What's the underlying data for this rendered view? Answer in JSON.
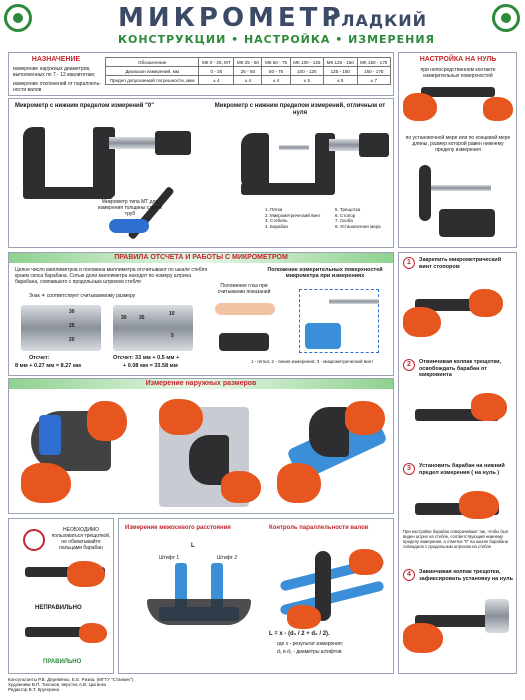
{
  "header": {
    "title": "МИКРОМЕТР",
    "title_suffix": "ГЛАДКИЙ",
    "subtitle": "КОНСТРУКЦИИ • НАСТРОЙКА • ИЗМЕРЕНИЯ"
  },
  "purpose": {
    "heading": "НАЗНАЧЕНИЕ",
    "items": [
      "измерение наружных диаметров, выполненных по 7 - 12 квалитетам;",
      "измерение отклонений от параллель-ности валов"
    ]
  },
  "spec_table": {
    "row_labels": [
      "Обозначение",
      "Диапазон измерений, мм",
      "Предел допускаемой погрешности, мкм"
    ],
    "columns": [
      {
        "name": "МК 0 - 25, МТ",
        "range": "0 - 25",
        "error": "± 4"
      },
      {
        "name": "МК 25 - 50",
        "range": "25 - 50",
        "error": "± 4"
      },
      {
        "name": "МК 50 - 75",
        "range": "50 - 75",
        "error": "± 4"
      },
      {
        "name": "МК 100 - 125",
        "range": "100 - 125",
        "error": "± 5"
      },
      {
        "name": "МК 125 - 150",
        "range": "125 - 150",
        "error": "± 5"
      },
      {
        "name": "МК 150 - 175",
        "range": "150 - 175",
        "error": "± 7"
      }
    ]
  },
  "section_a": {
    "title": "Микрометр с нижним пределом измерений \"0\"",
    "note": "Микрометр типа МТ для измерения толщины стенок труб"
  },
  "section_b": {
    "title": "Микрометр с нижним пределом измерений, отличным от нуля",
    "legend": [
      "1. Пятка",
      "2. Микрометрический винт",
      "3. Стебель",
      "4. Барабан",
      "5. Трещотка",
      "6. Стопор",
      "7. Скоба",
      "8. Установочная мера"
    ]
  },
  "setup": {
    "title": "НАСТРОЙКА НА НУЛЬ",
    "text1": "при непосредственном контакте измерительных поверхностей",
    "text2": "по установочной мере или по концевой мере длины, размер которой равен нижнему пределу измерения"
  },
  "reading": {
    "title": "ПРАВИЛА ОТСЧЕТА И РАБОТЫ С МИКРОМЕТРОМ",
    "desc": "Целое число миллиметров и половина миллиметра отсчитывают по шкале стебля краем скоса барабана. Сотые доли миллиметра находят по номеру штриха барабана, совпавшего с продольным штрихом стебля",
    "sign": "Знак ✶ соответствует считываемому размеру",
    "ex1_label": "Отсчет:",
    "ex1": "8 мм + 0.27 мм = 8.27 мм",
    "ex2_label": "Отсчет: 33 мм + 0.5 мм +",
    "ex2": "+ 0.08 мм = 33.58 мм",
    "scale1": [
      "30",
      "25",
      "20"
    ],
    "scale2": [
      "10",
      "5"
    ],
    "scale2_stem": [
      "30",
      "35"
    ]
  },
  "position": {
    "title": "Положение измерительных поверхностей микрометра при измерениях",
    "eye": "Положение глаз при считывании показаний",
    "legend": "1 - пятка; 2 - линия измерения; 3 - микрометрический винт"
  },
  "outer": {
    "title": "Измерение наружных размеров"
  },
  "steps": [
    {
      "n": "1",
      "text": "Закрепить микрометрический винт стопором"
    },
    {
      "n": "2",
      "text": "Отвинчивая колпак трещотки, освобождать барабан от микровинта"
    },
    {
      "n": "3",
      "text": "Установить барабан на нижний предел измерения ( на нуль )",
      "note": "При настройке барабан поворачивают так, чтобы был виден штрих на стебле, соответствующий нижнему пределу измерения, а отметка \"0\" на шкале барабана совпадала с продольным штрихом на стебле"
    },
    {
      "n": "4",
      "text": "Завинчивая колпак трещотки, зафиксировать установку на нуль"
    }
  ],
  "warning": {
    "text": "НЕОБХОДИМО пользоваться трещоткой, не обхватывайте пальцами барабан",
    "wrong": "НЕПРАВИЛЬНО",
    "right": "ПРАВИЛЬНО"
  },
  "center": {
    "title": "Измерение межосевого расстояния",
    "pin1": "Штифт 1",
    "pin2": "Штифт 2",
    "dim": "L",
    "formula1": "L = x - (d₁ / 2 + d₂ / 2).",
    "formula2": "где x - результат измерения;",
    "formula3": "d₁ и d₂ - диаметры штифтов"
  },
  "parallel": {
    "title": "Контроль параллельности валов"
  },
  "footer": [
    "Консультанты Р.В. Деревянко, Е.Е. Ризва, (МГТУ \"Станкин\")",
    "Художники В.П. Тихонов, верстка А.В. Цыганко",
    "Редактор В.Т. Кругерина"
  ],
  "colors": {
    "accent_red": "#c4262e",
    "accent_green": "#2c8a3a",
    "title_blue": "#3b4a66",
    "hand": "#e8561f",
    "metal": "#2e2e30"
  }
}
